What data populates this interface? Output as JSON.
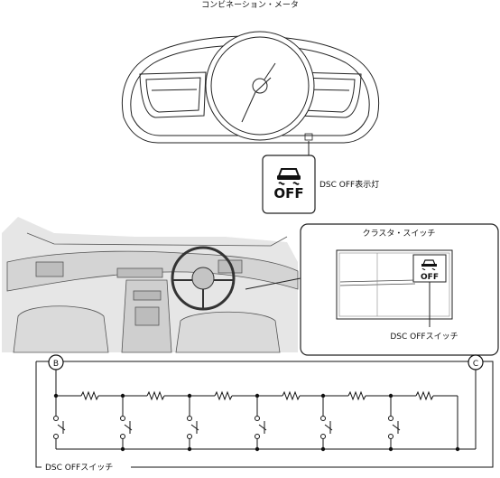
{
  "labels": {
    "combination_meter": "コンビネーション・メータ",
    "dsc_off_indicator": "DSC OFF表示灯",
    "cluster_switch": "クラスタ・スイッチ",
    "dsc_off_switch_callout": "DSC OFFスイッチ",
    "dsc_off_switch_circuit": "DSC OFFスイッチ",
    "icon_text_large": "OFF",
    "icon_text_small": "OFF"
  },
  "terminals": {
    "left": "B",
    "right": "C"
  },
  "icons": {
    "indicator_symbol": "skidding-car-icon",
    "switch_symbol": "skidding-car-icon"
  },
  "circuit": {
    "resistor_count": 6,
    "switch_count": 6
  }
}
